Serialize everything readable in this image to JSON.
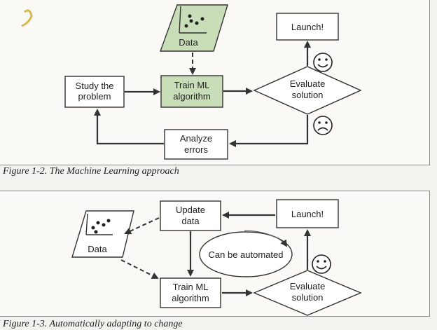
{
  "figure1": {
    "caption": "Figure 1-2. The Machine Learning approach",
    "data_label": "Data",
    "study_label": [
      "Study the",
      "problem"
    ],
    "train_label": [
      "Train ML",
      "algorithm"
    ],
    "evaluate_label": [
      "Evaluate",
      "solution"
    ],
    "launch_label": "Launch!",
    "analyze_label": [
      "Analyze",
      "errors"
    ],
    "happy_icon": "smiley-face",
    "sad_icon": "frowning-face"
  },
  "figure2": {
    "caption": "Figure 1-3. Automatically adapting to change",
    "data_label": "Data",
    "update_label": [
      "Update",
      "data"
    ],
    "launch_label": "Launch!",
    "automated_label": "Can be automated",
    "train_label": [
      "Train ML",
      "algorithm"
    ],
    "evaluate_label": [
      "Evaluate",
      "solution"
    ],
    "happy_icon": "smiley-face"
  },
  "colors": {
    "data_fill_fig1": "#c8ddb8",
    "border": "#333333"
  }
}
